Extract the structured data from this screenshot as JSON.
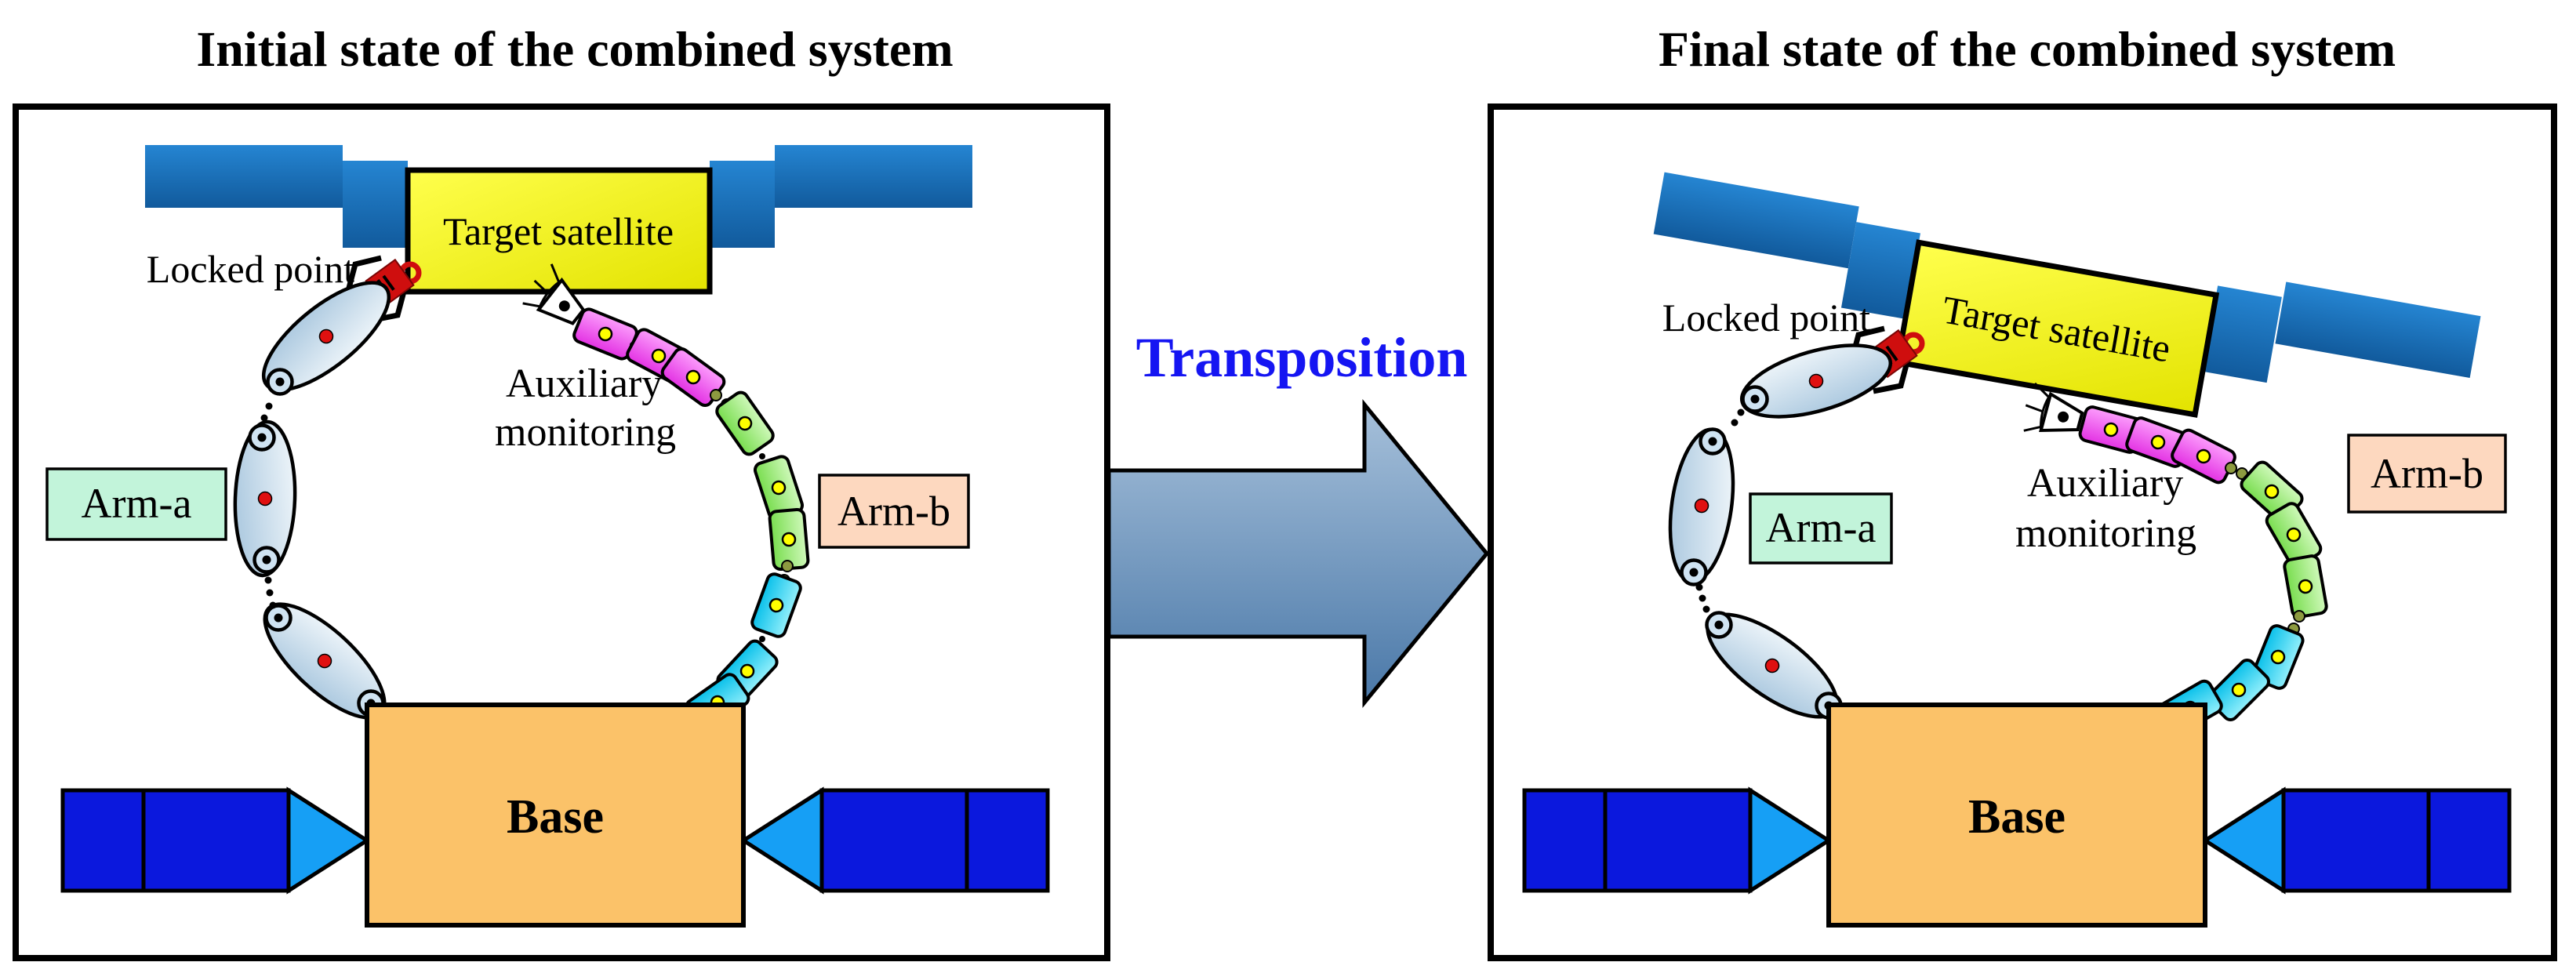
{
  "figure": {
    "left_panel": {
      "title": "Initial state of the combined system",
      "labels": {
        "target_satellite": "Target satellite",
        "locked_point": "Locked point",
        "auxiliary_line1": "Auxiliary",
        "auxiliary_line2": "monitoring",
        "arm_a": "Arm-a",
        "arm_b": "Arm-b",
        "base": "Base"
      }
    },
    "right_panel": {
      "title": "Final state of the combined system",
      "labels": {
        "target_satellite": "Target satellite",
        "locked_point": "Locked point",
        "auxiliary_line1": "Auxiliary",
        "auxiliary_line2": "monitoring",
        "arm_a": "Arm-a",
        "arm_b": "Arm-b",
        "base": "Base"
      }
    },
    "transition": {
      "label": "Transposition"
    },
    "colors": {
      "target_satellite_fill": "#ffff00",
      "satellite_wing_blue": "#1470bb",
      "base_fill": "#fbc269",
      "base_wing_blue": "#0b18dd",
      "base_wing_connector_blue": "#169ff5",
      "arm_a_label_fill": "#c2f4da",
      "arm_b_label_fill": "#fdd8bf",
      "arm_link_fill": "#d9e8f4",
      "joint_red_dot": "#e01010",
      "lock_red": "#cf0e0e",
      "cylinder_magenta": "#f25ff2",
      "cylinder_green": "#9aed74",
      "cylinder_cyan": "#2fd4f2",
      "transposition_text_blue": "#1515f2",
      "arrow_fill_blue": "#5d8cb8"
    }
  }
}
